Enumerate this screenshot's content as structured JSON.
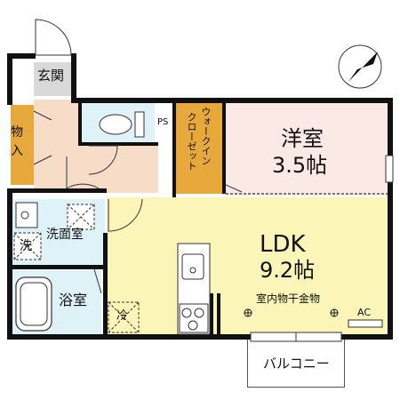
{
  "rooms": {
    "genkan": "玄関",
    "storage_top": "物",
    "storage_bottom": "入",
    "ps": "PS",
    "walkin_line1": "ウォークイン",
    "walkin_line2": "クローゼット",
    "western_name": "洋室",
    "western_size": "3.5帖",
    "ldk_name": "LDK",
    "ldk_size": "9.2帖",
    "drying_rack": "室内物干金物",
    "washroom": "洗面室",
    "washer": "洗",
    "bath": "浴室",
    "fridge": "冷",
    "ac": "AC",
    "balcony": "バルコニー"
  },
  "colors": {
    "wall": "#111111",
    "entry": "#f7dcc8",
    "wet": "#dff2f8",
    "closet": "#e8a93c",
    "western": "#fbe9e6",
    "ldk": "#fbf5b8",
    "white": "#ffffff"
  }
}
